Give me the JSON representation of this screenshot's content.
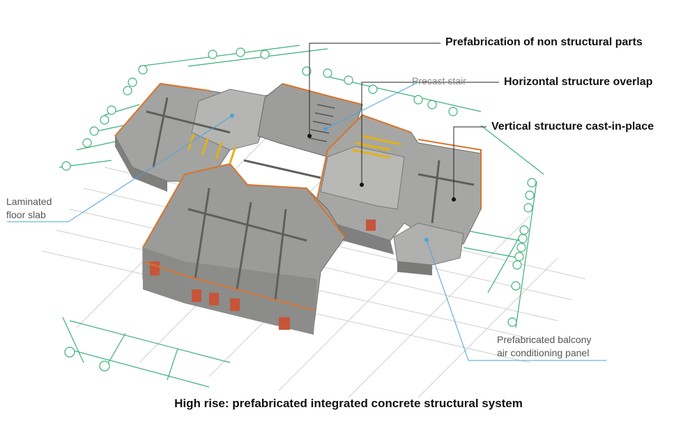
{
  "labels": {
    "prefab_nonstructural": "Prefabrication of non structural parts",
    "horizontal_overlap": "Horizontal structure overlap",
    "vertical_cast": "Vertical structure cast-in-place",
    "precast_stair": "Precast stair",
    "laminated_slab_line1": "Laminated",
    "laminated_slab_line2": "floor slab",
    "balcony_line1": "Prefabricated balcony",
    "balcony_line2": "air conditioning panel"
  },
  "caption": "High rise: prefabricated integrated concrete structural system",
  "colors": {
    "grid_green": "#3bb07a",
    "grid_gray": "#c8c8c8",
    "leader_blue": "#4aa3d9",
    "concrete": "#9a9a98",
    "concrete_dark": "#6d6d6b",
    "rail_orange": "#d9742a",
    "prop_yellow": "#e0b21a"
  }
}
